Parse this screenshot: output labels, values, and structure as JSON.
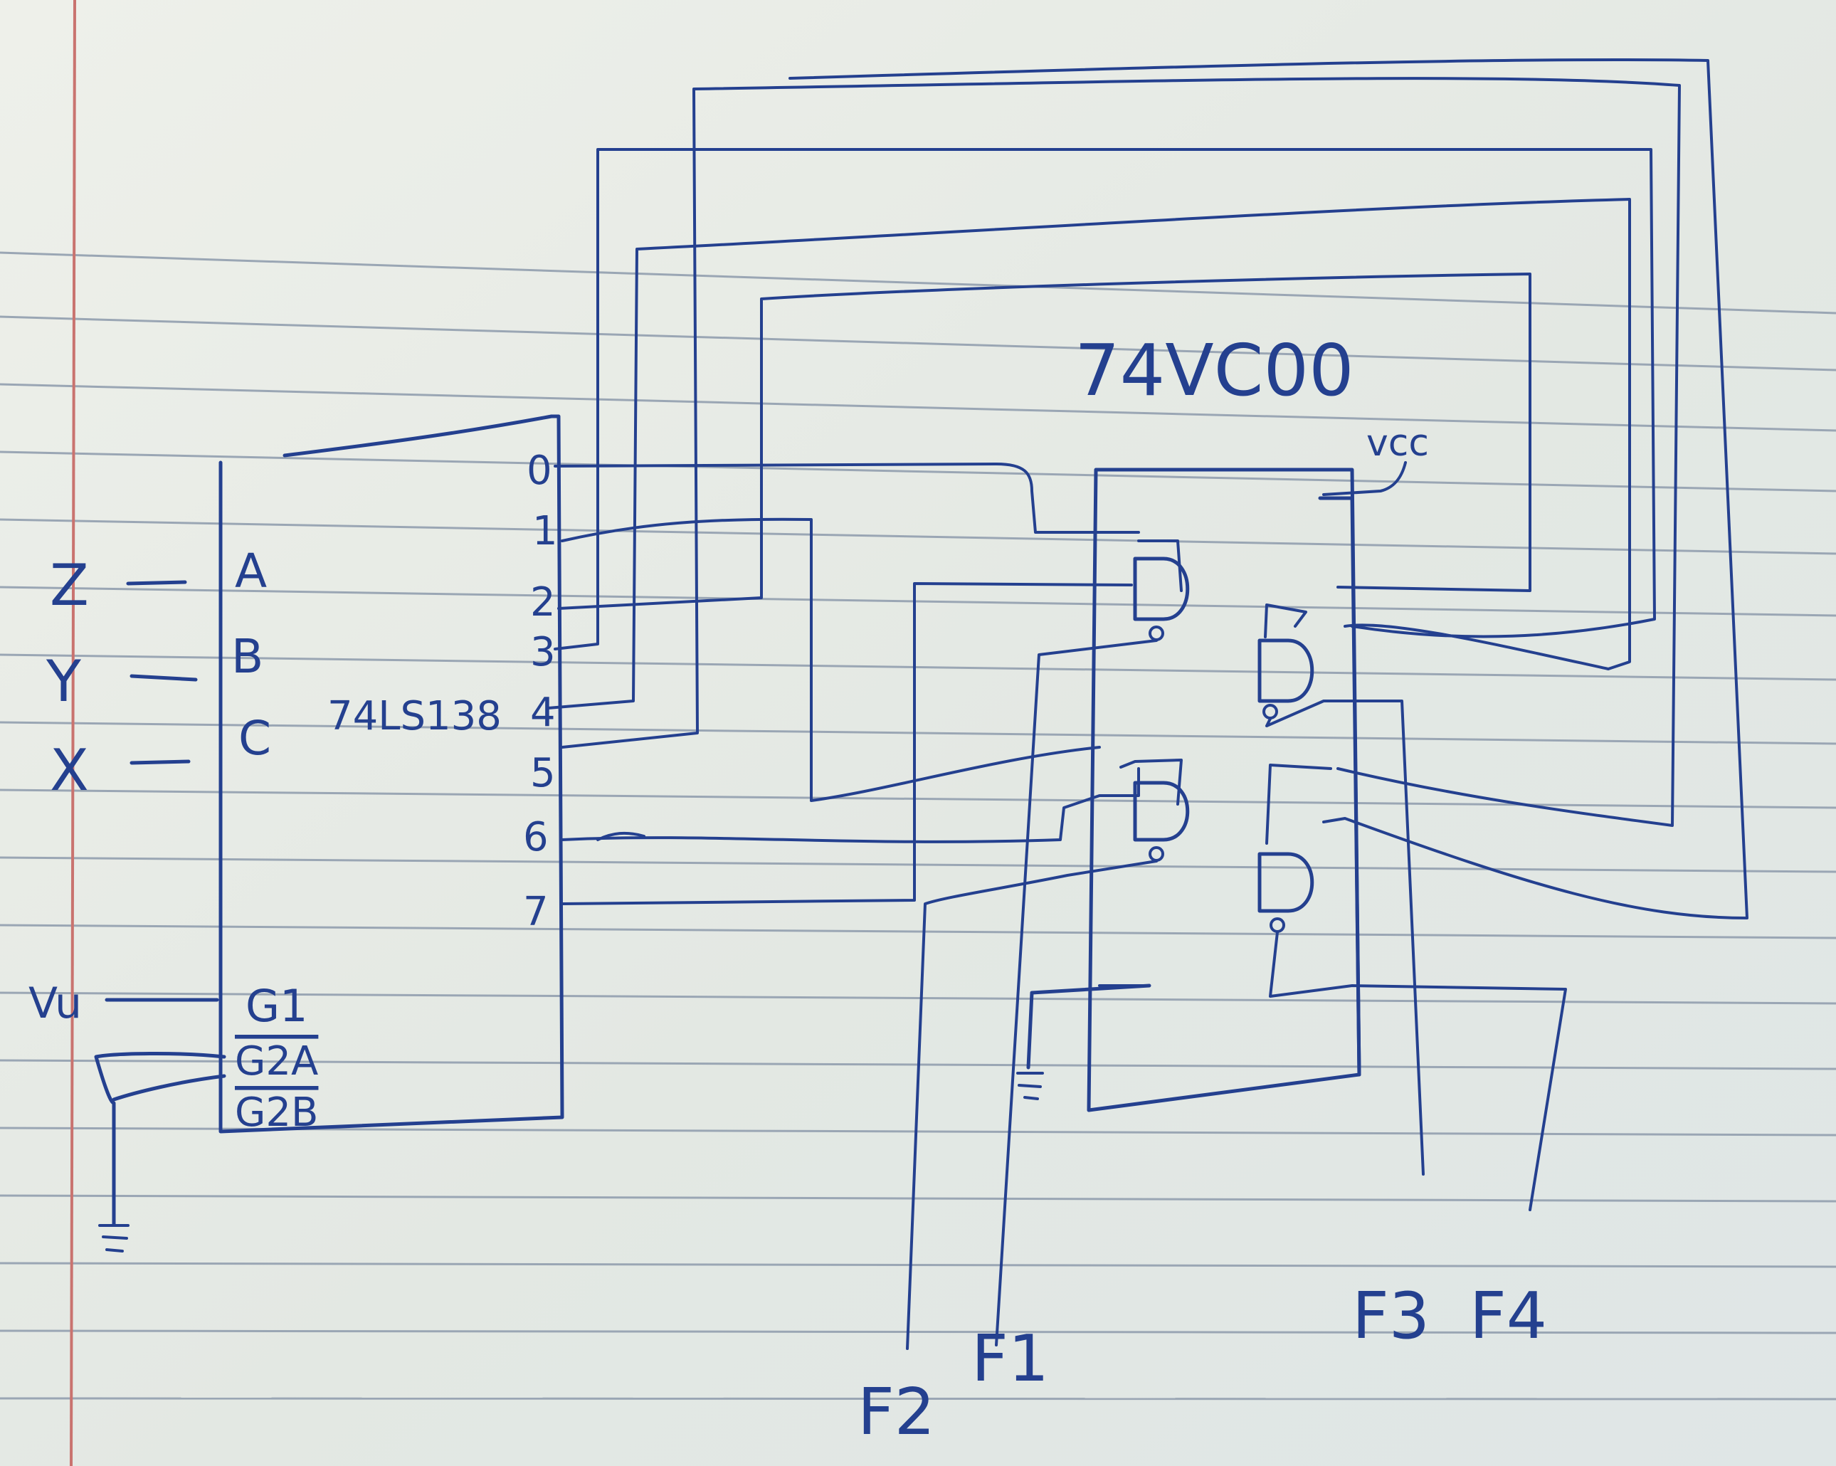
{
  "labels": {
    "chip_74vc00": "74VC00",
    "chip_74ls138": "74LS138",
    "vcc": "vcc",
    "vcc_left": "Vu"
  },
  "inputs": [
    {
      "name": "Z"
    },
    {
      "name": "Y"
    },
    {
      "name": "X"
    }
  ],
  "decoder_pins": [
    "A",
    "B",
    "C",
    "G1",
    "G2A",
    "G2B"
  ],
  "decoder_outputs": [
    "0",
    "1",
    "2",
    "3",
    "4",
    "5",
    "6",
    "7"
  ],
  "outputs": [
    "F2",
    "F1",
    "F3",
    "F4"
  ]
}
